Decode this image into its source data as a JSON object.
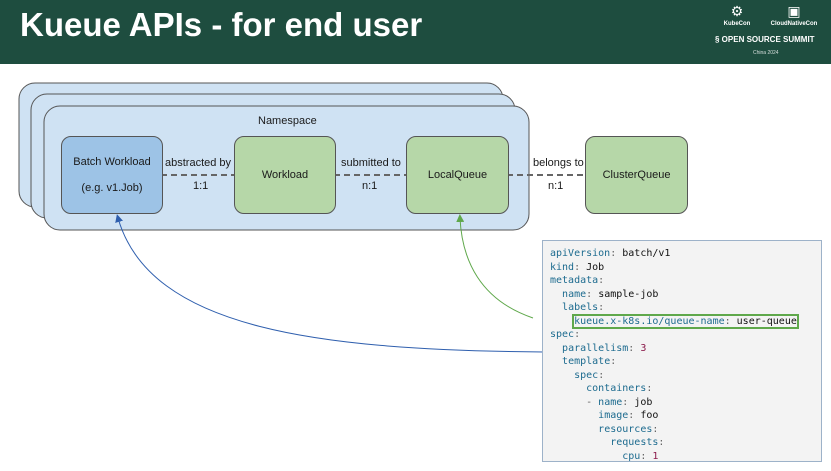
{
  "header": {
    "title": "Kueue APIs - for end user",
    "background": "#1e4d3f",
    "logos": {
      "kubecon": "KubeCon",
      "cncf": "CloudNativeCon",
      "summit": "OPEN SOURCE SUMMIT",
      "summit_sub": "China 2024"
    }
  },
  "diagram": {
    "namespace_label": "Namespace",
    "nodes": {
      "batch_workload": {
        "line1": "Batch Workload",
        "line2": "(e.g. v1.Job)",
        "color": "#9dc3e6"
      },
      "workload": {
        "label": "Workload",
        "color": "#b6d7a8"
      },
      "localqueue": {
        "label": "LocalQueue",
        "color": "#b6d7a8"
      },
      "clusterqueue": {
        "label": "ClusterQueue",
        "color": "#b6d7a8"
      }
    },
    "edges": [
      {
        "label": "abstracted by",
        "cardinality": "1:1"
      },
      {
        "label": "submitted to",
        "cardinality": "n:1"
      },
      {
        "label": "belongs to",
        "cardinality": "n:1"
      }
    ]
  },
  "yaml": [
    {
      "indent": "",
      "parts": [
        {
          "t": "apiVersion",
          "c": "k"
        },
        {
          "t": ": ",
          "c": "p"
        },
        {
          "t": "batch/v1",
          "c": "v"
        }
      ]
    },
    {
      "indent": "",
      "parts": [
        {
          "t": "kind",
          "c": "k"
        },
        {
          "t": ": ",
          "c": "p"
        },
        {
          "t": "Job",
          "c": "v"
        }
      ]
    },
    {
      "indent": "",
      "parts": [
        {
          "t": "metadata",
          "c": "k"
        },
        {
          "t": ":",
          "c": "p"
        }
      ]
    },
    {
      "indent": "  ",
      "parts": [
        {
          "t": "name",
          "c": "k"
        },
        {
          "t": ": ",
          "c": "p"
        },
        {
          "t": "sample-job",
          "c": "v"
        }
      ]
    },
    {
      "indent": "  ",
      "parts": [
        {
          "t": "labels",
          "c": "k"
        },
        {
          "t": ":",
          "c": "p"
        }
      ]
    },
    {
      "indent": "    ",
      "highlight": true,
      "parts": [
        {
          "t": "kueue.x-k8s.io/queue-name",
          "c": "k"
        },
        {
          "t": ": ",
          "c": "p"
        },
        {
          "t": "user-queue",
          "c": "v"
        }
      ]
    },
    {
      "indent": "",
      "parts": [
        {
          "t": "spec",
          "c": "k"
        },
        {
          "t": ":",
          "c": "p"
        }
      ]
    },
    {
      "indent": "  ",
      "parts": [
        {
          "t": "parallelism",
          "c": "k"
        },
        {
          "t": ": ",
          "c": "p"
        },
        {
          "t": "3",
          "c": "n"
        }
      ]
    },
    {
      "indent": "  ",
      "parts": [
        {
          "t": "template",
          "c": "k"
        },
        {
          "t": ":",
          "c": "p"
        }
      ]
    },
    {
      "indent": "    ",
      "parts": [
        {
          "t": "spec",
          "c": "k"
        },
        {
          "t": ":",
          "c": "p"
        }
      ]
    },
    {
      "indent": "      ",
      "parts": [
        {
          "t": "containers",
          "c": "k"
        },
        {
          "t": ":",
          "c": "p"
        }
      ]
    },
    {
      "indent": "      ",
      "parts": [
        {
          "t": "- ",
          "c": "p"
        },
        {
          "t": "name",
          "c": "k"
        },
        {
          "t": ": ",
          "c": "p"
        },
        {
          "t": "job",
          "c": "v"
        }
      ]
    },
    {
      "indent": "        ",
      "parts": [
        {
          "t": "image",
          "c": "k"
        },
        {
          "t": ": ",
          "c": "p"
        },
        {
          "t": "foo",
          "c": "v"
        }
      ]
    },
    {
      "indent": "        ",
      "parts": [
        {
          "t": "resources",
          "c": "k"
        },
        {
          "t": ":",
          "c": "p"
        }
      ]
    },
    {
      "indent": "          ",
      "parts": [
        {
          "t": "requests",
          "c": "k"
        },
        {
          "t": ":",
          "c": "p"
        }
      ]
    },
    {
      "indent": "            ",
      "parts": [
        {
          "t": "cpu",
          "c": "k"
        },
        {
          "t": ": ",
          "c": "p"
        },
        {
          "t": "1",
          "c": "n"
        }
      ]
    }
  ]
}
